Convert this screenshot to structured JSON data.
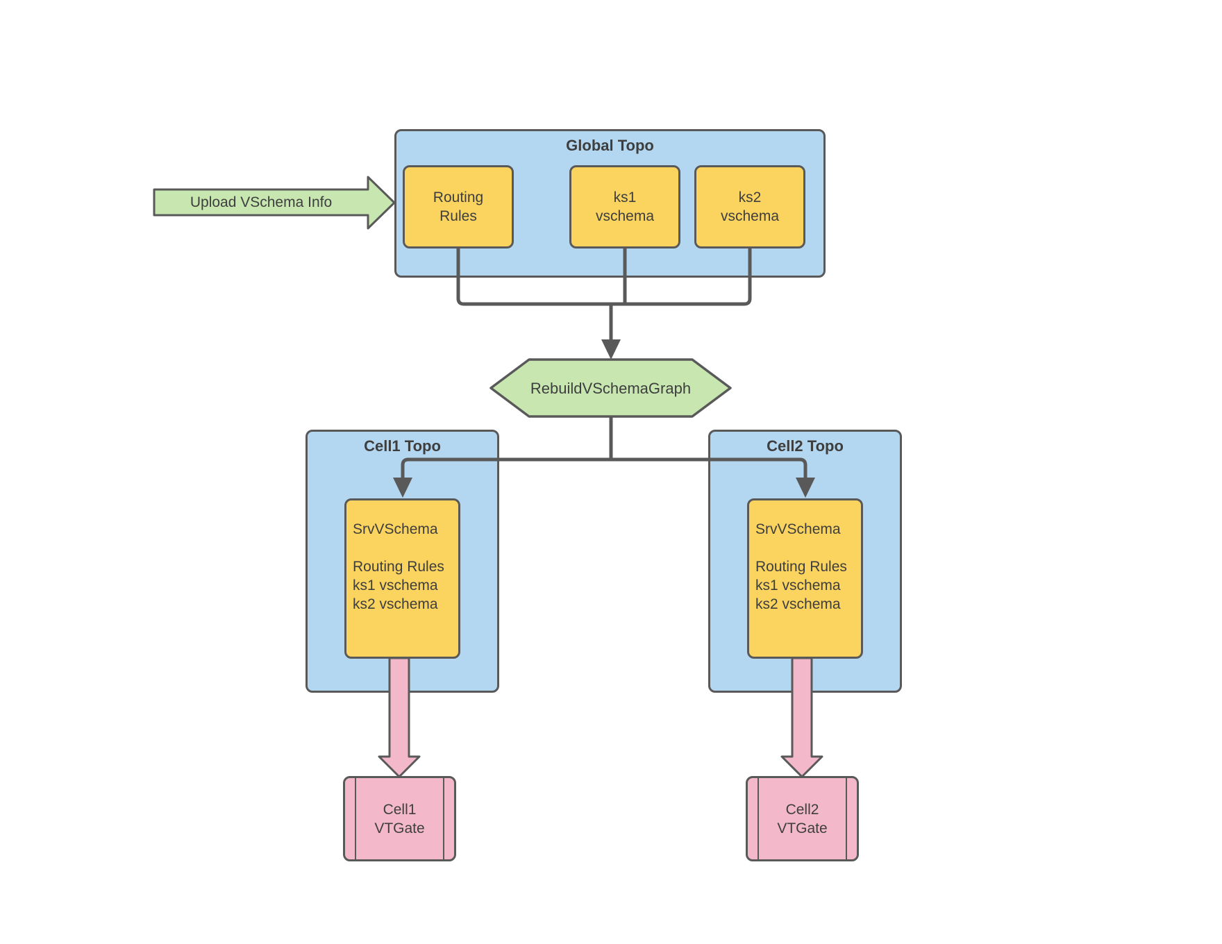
{
  "palette": {
    "container_blue": "#B3D7F0",
    "node_yellow": "#FBD35F",
    "process_green": "#C7E6B0",
    "vtgate_pink": "#F3B9CB",
    "line_gray": "#595959",
    "text_gray": "#3E3E3E",
    "background": "#FFFFFF"
  },
  "upload_arrow": {
    "label": "Upload VSchema Info"
  },
  "global_topo": {
    "title": "Global Topo",
    "nodes": [
      {
        "line1": "Routing",
        "line2": "Rules"
      },
      {
        "line1": "ks1",
        "line2": "vschema"
      },
      {
        "line1": "ks2",
        "line2": "vschema"
      }
    ]
  },
  "rebuild": {
    "label": "RebuildVSchemaGraph"
  },
  "cells": [
    {
      "title": "Cell1 Topo",
      "srv_heading": "SrvVSchema",
      "items": [
        "Routing Rules",
        "ks1 vschema",
        "ks2 vschema"
      ],
      "vtgate": {
        "line1": "Cell1",
        "line2": "VTGate"
      }
    },
    {
      "title": "Cell2 Topo",
      "srv_heading": "SrvVSchema",
      "items": [
        "Routing Rules",
        "ks1 vschema",
        "ks2 vschema"
      ],
      "vtgate": {
        "line1": "Cell2",
        "line2": "VTGate"
      }
    }
  ]
}
